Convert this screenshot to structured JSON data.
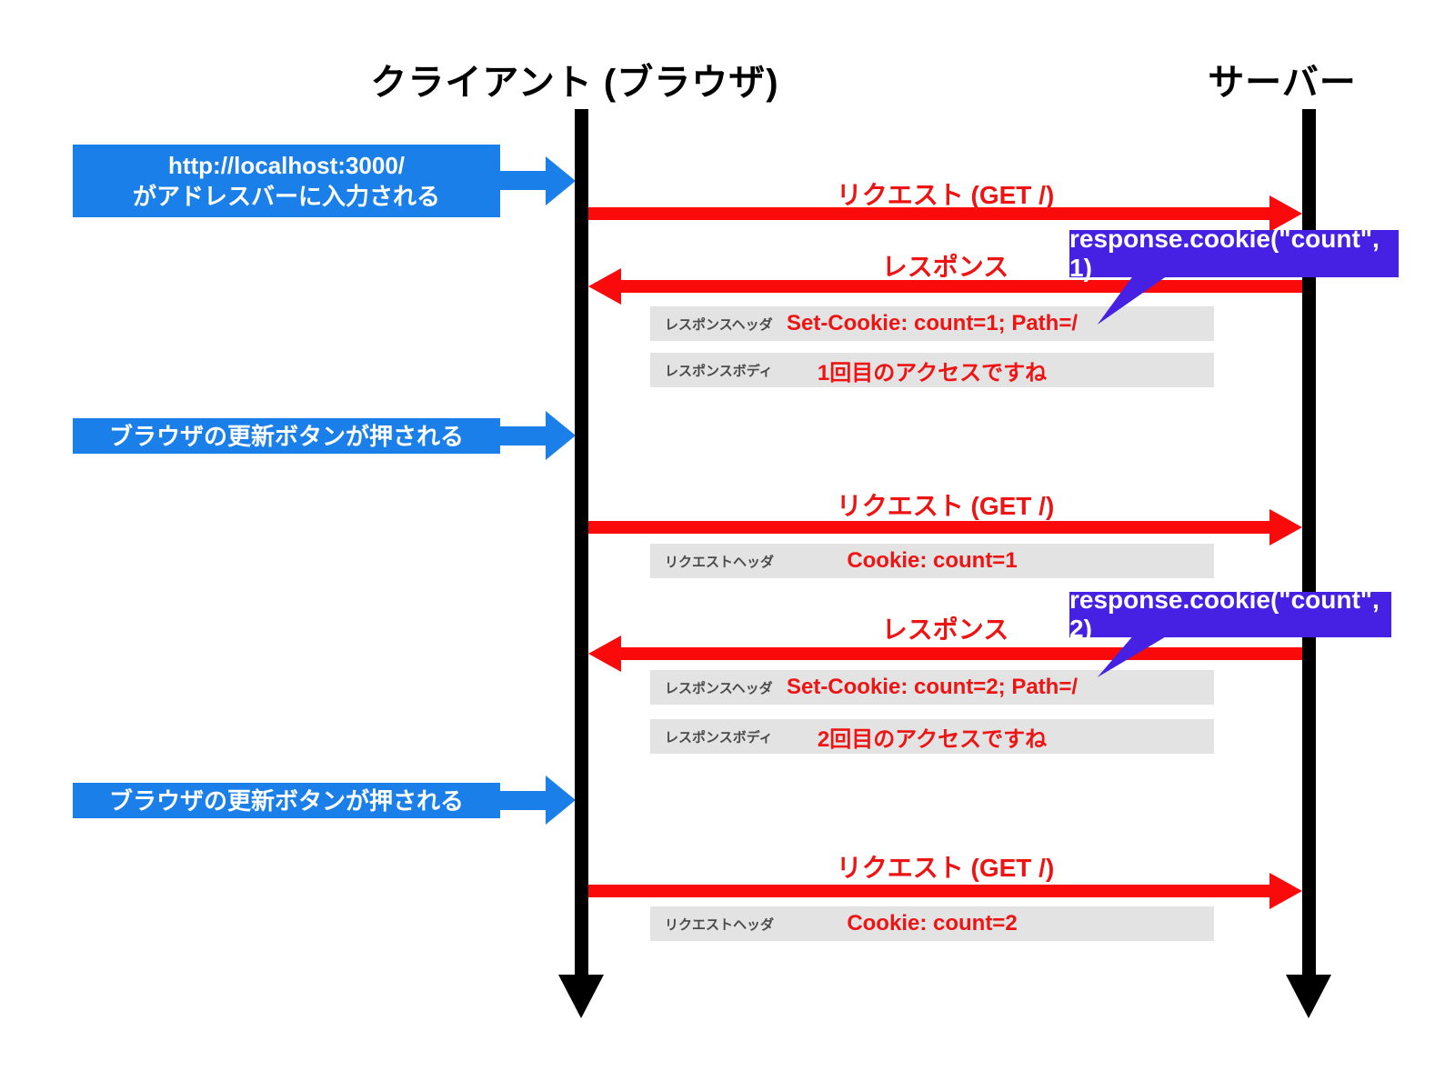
{
  "diagram": {
    "actors": [
      {
        "label": "クライアント (ブラウザ)"
      },
      {
        "label": "サーバー"
      }
    ],
    "client_events": [
      {
        "lines": [
          "http://localhost:3000/",
          "がアドレスバーに入力される"
        ]
      },
      {
        "lines": [
          "ブラウザの更新ボタンが押される"
        ]
      },
      {
        "lines": [
          "ブラウザの更新ボタンが押される"
        ]
      }
    ],
    "messages": [
      {
        "label": "リクエスト (GET /)",
        "direction": "right"
      },
      {
        "label": "レスポンス",
        "direction": "left"
      },
      {
        "label": "リクエスト (GET /)",
        "direction": "right"
      },
      {
        "label": "レスポンス",
        "direction": "left"
      },
      {
        "label": "リクエスト (GET /)",
        "direction": "right"
      }
    ],
    "callouts": [
      {
        "code": "response.cookie(\"count\", 1)"
      },
      {
        "code": "response.cookie(\"count\", 2)"
      }
    ],
    "detail_rows": [
      {
        "label": "レスポンスヘッダ",
        "value": "Set-Cookie: count=1; Path=/"
      },
      {
        "label": "レスポンスボディ",
        "value": "1回目のアクセスですね"
      },
      {
        "label": "リクエストヘッダ",
        "value": "Cookie: count=1"
      },
      {
        "label": "レスポンスヘッダ",
        "value": "Set-Cookie: count=2; Path=/"
      },
      {
        "label": "レスポンスボディ",
        "value": "2回目のアクセスですね"
      },
      {
        "label": "リクエストヘッダ",
        "value": "Cookie: count=2"
      }
    ],
    "colors": {
      "event_blue": "#1a7fe8",
      "arrow_red": "#fa0a0a",
      "text_red": "#ee1414",
      "callout_purple": "#4621e4",
      "detail_gray": "#e3e3e3",
      "lifeline_black": "#000000"
    }
  }
}
